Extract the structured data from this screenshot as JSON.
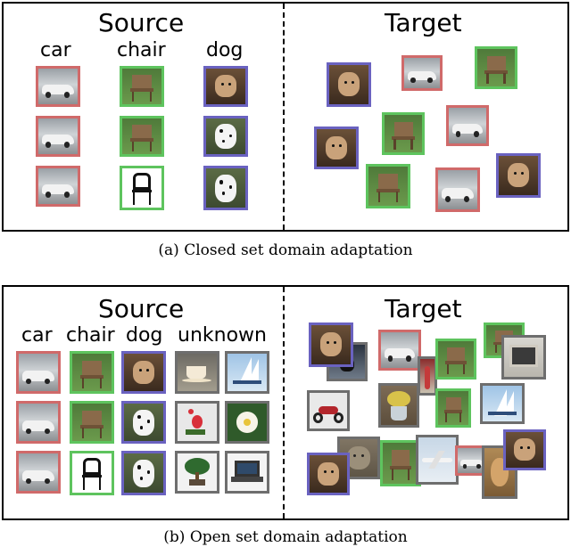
{
  "colors": {
    "car": "#d06a6a",
    "chair": "#5ec45e",
    "dog": "#6a62c0",
    "unknown": "#6e6e6e"
  },
  "closed": {
    "source_title": "Source",
    "target_title": "Target",
    "classes": [
      "car",
      "chair",
      "dog"
    ],
    "caption": "(a)  Closed set domain adaptation"
  },
  "open": {
    "source_title": "Source",
    "target_title": "Target",
    "classes": [
      "car",
      "chair",
      "dog",
      "unknown"
    ],
    "caption": "(b)  Open set domain adaptation"
  }
}
